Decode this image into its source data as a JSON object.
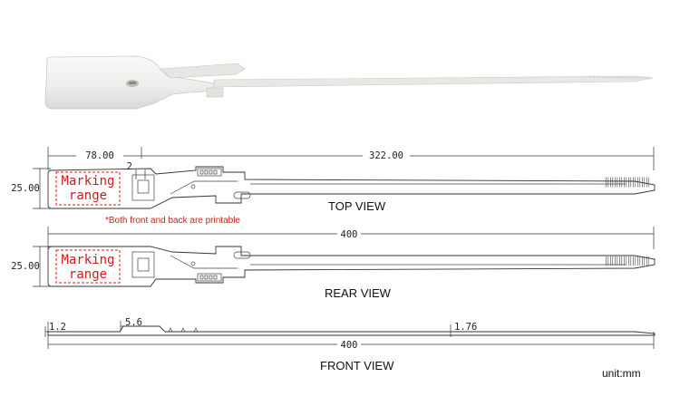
{
  "top_view": {
    "dim_head_width": "78.00",
    "dim_tail_length": "322.00",
    "dim_height": "25.00",
    "dim_small": "2",
    "marking_line1": "Marking",
    "marking_line2": "range",
    "note": "*Both front and back are printable",
    "label": "TOP VIEW"
  },
  "rear_view": {
    "dim_total": "400",
    "dim_height": "25.00",
    "marking_line1": "Marking",
    "marking_line2": "range",
    "label": "REAR VIEW"
  },
  "front_view": {
    "dim_thickness_head": "1.2",
    "dim_thickness_lock": "5.6",
    "dim_thickness_tail": "1.76",
    "dim_total": "400",
    "label": "FRONT VIEW"
  },
  "unit_label": "unit:mm",
  "colors": {
    "marking": "#d11a1a",
    "seal_body": "#eeeeec",
    "line": "#333333"
  }
}
